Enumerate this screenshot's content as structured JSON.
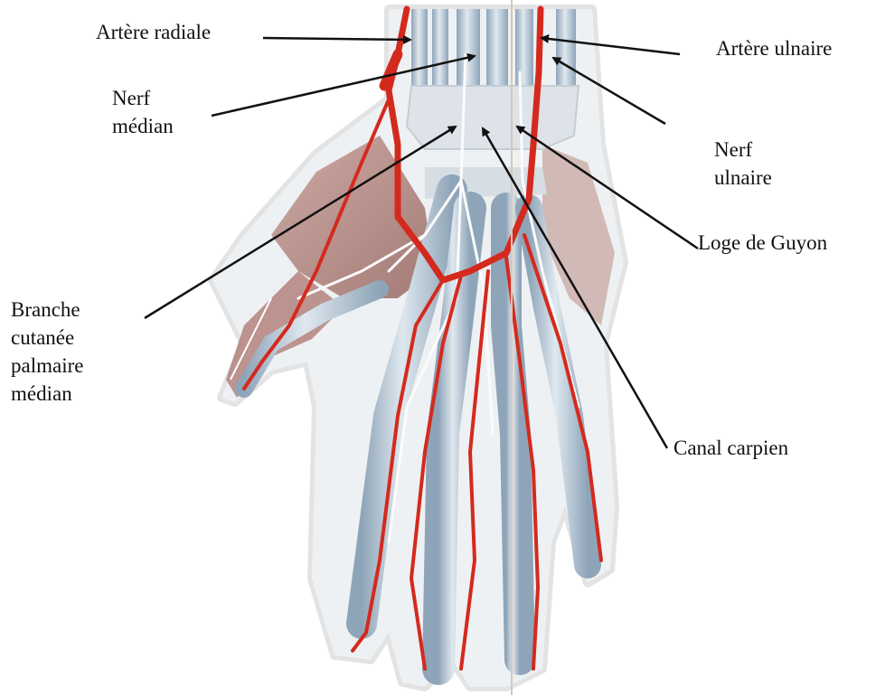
{
  "labels": {
    "artere_radiale": "Artère radiale",
    "nerf_median": [
      "Nerf",
      "médian"
    ],
    "artere_ulnaire": "Artère ulnaire",
    "nerf_ulnaire": [
      "Nerf",
      "ulnaire"
    ],
    "loge_guyon": "Loge de Guyon",
    "branche_cutanee": [
      "Branche",
      "cutanée",
      "palmaire",
      "médian"
    ],
    "canal_carpien": "Canal carpien"
  },
  "colors": {
    "artery": "#d42a1e",
    "tendon": "#c8d6e2",
    "tendon_shade": "#8ea4b8",
    "muscle": "#b98b84",
    "skin_outline": "#e6e6e6",
    "arrow": "#111111"
  }
}
